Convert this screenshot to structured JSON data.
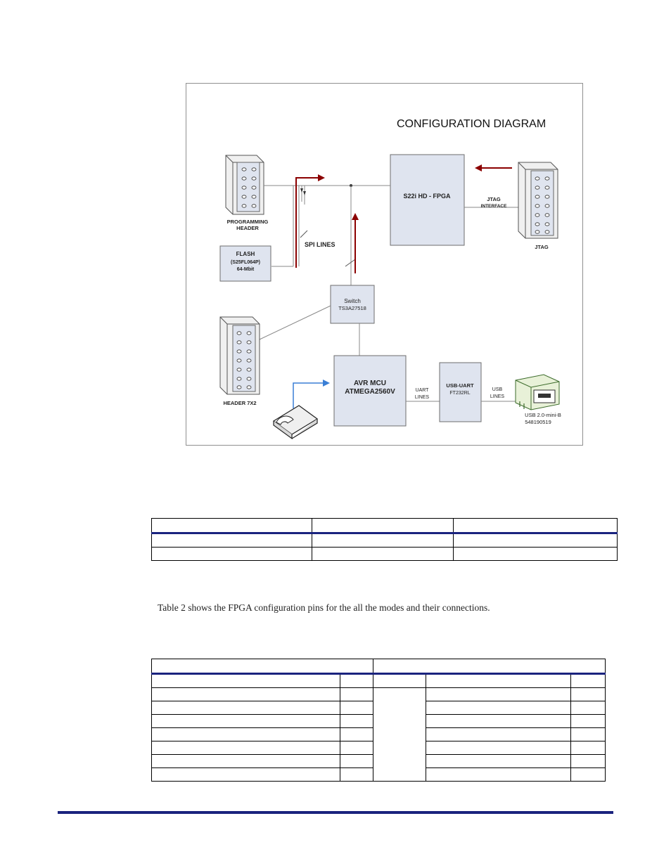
{
  "figure": {
    "title": "CONFIGURATION DIAGRAM",
    "blocks": {
      "fpga": "S22i HD - FPGA",
      "jtag_interface": [
        "JTAG",
        "INTERFACE"
      ],
      "jtag": "JTAG",
      "programming_header": [
        "PROGRAMMING",
        "HEADER"
      ],
      "spi_lines": "SPI LINES",
      "flash": [
        "FLASH",
        "(S25FL064P)",
        "64-Mbit"
      ],
      "switch": [
        "Switch",
        "TS3A27518"
      ],
      "header_7x2": "HEADER 7X2",
      "mcu": [
        "AVR MCU",
        "ATMEGA2560V"
      ],
      "uart_lines": [
        "UART",
        "LINES"
      ],
      "usb_uart": [
        "USB-UART",
        "FT232RL"
      ],
      "usb_lines": [
        "USB",
        "LINES"
      ],
      "usb_connector": [
        "USB 2.0-mini-B",
        "548190519"
      ]
    },
    "colors": {
      "arrow_red": "#8b0000",
      "arrow_blue": "#3a7fd5",
      "block_fill": "#dfe4ef",
      "block_stroke": "#6d6d6d"
    }
  },
  "table1": {
    "columns": 3,
    "body_rows": 2
  },
  "caption": "Table 2 shows the FPGA configuration pins for the all the modes and their connections.",
  "table2": {
    "body_rows": 8
  },
  "footer": {
    "rule_color": "#1a237e"
  }
}
